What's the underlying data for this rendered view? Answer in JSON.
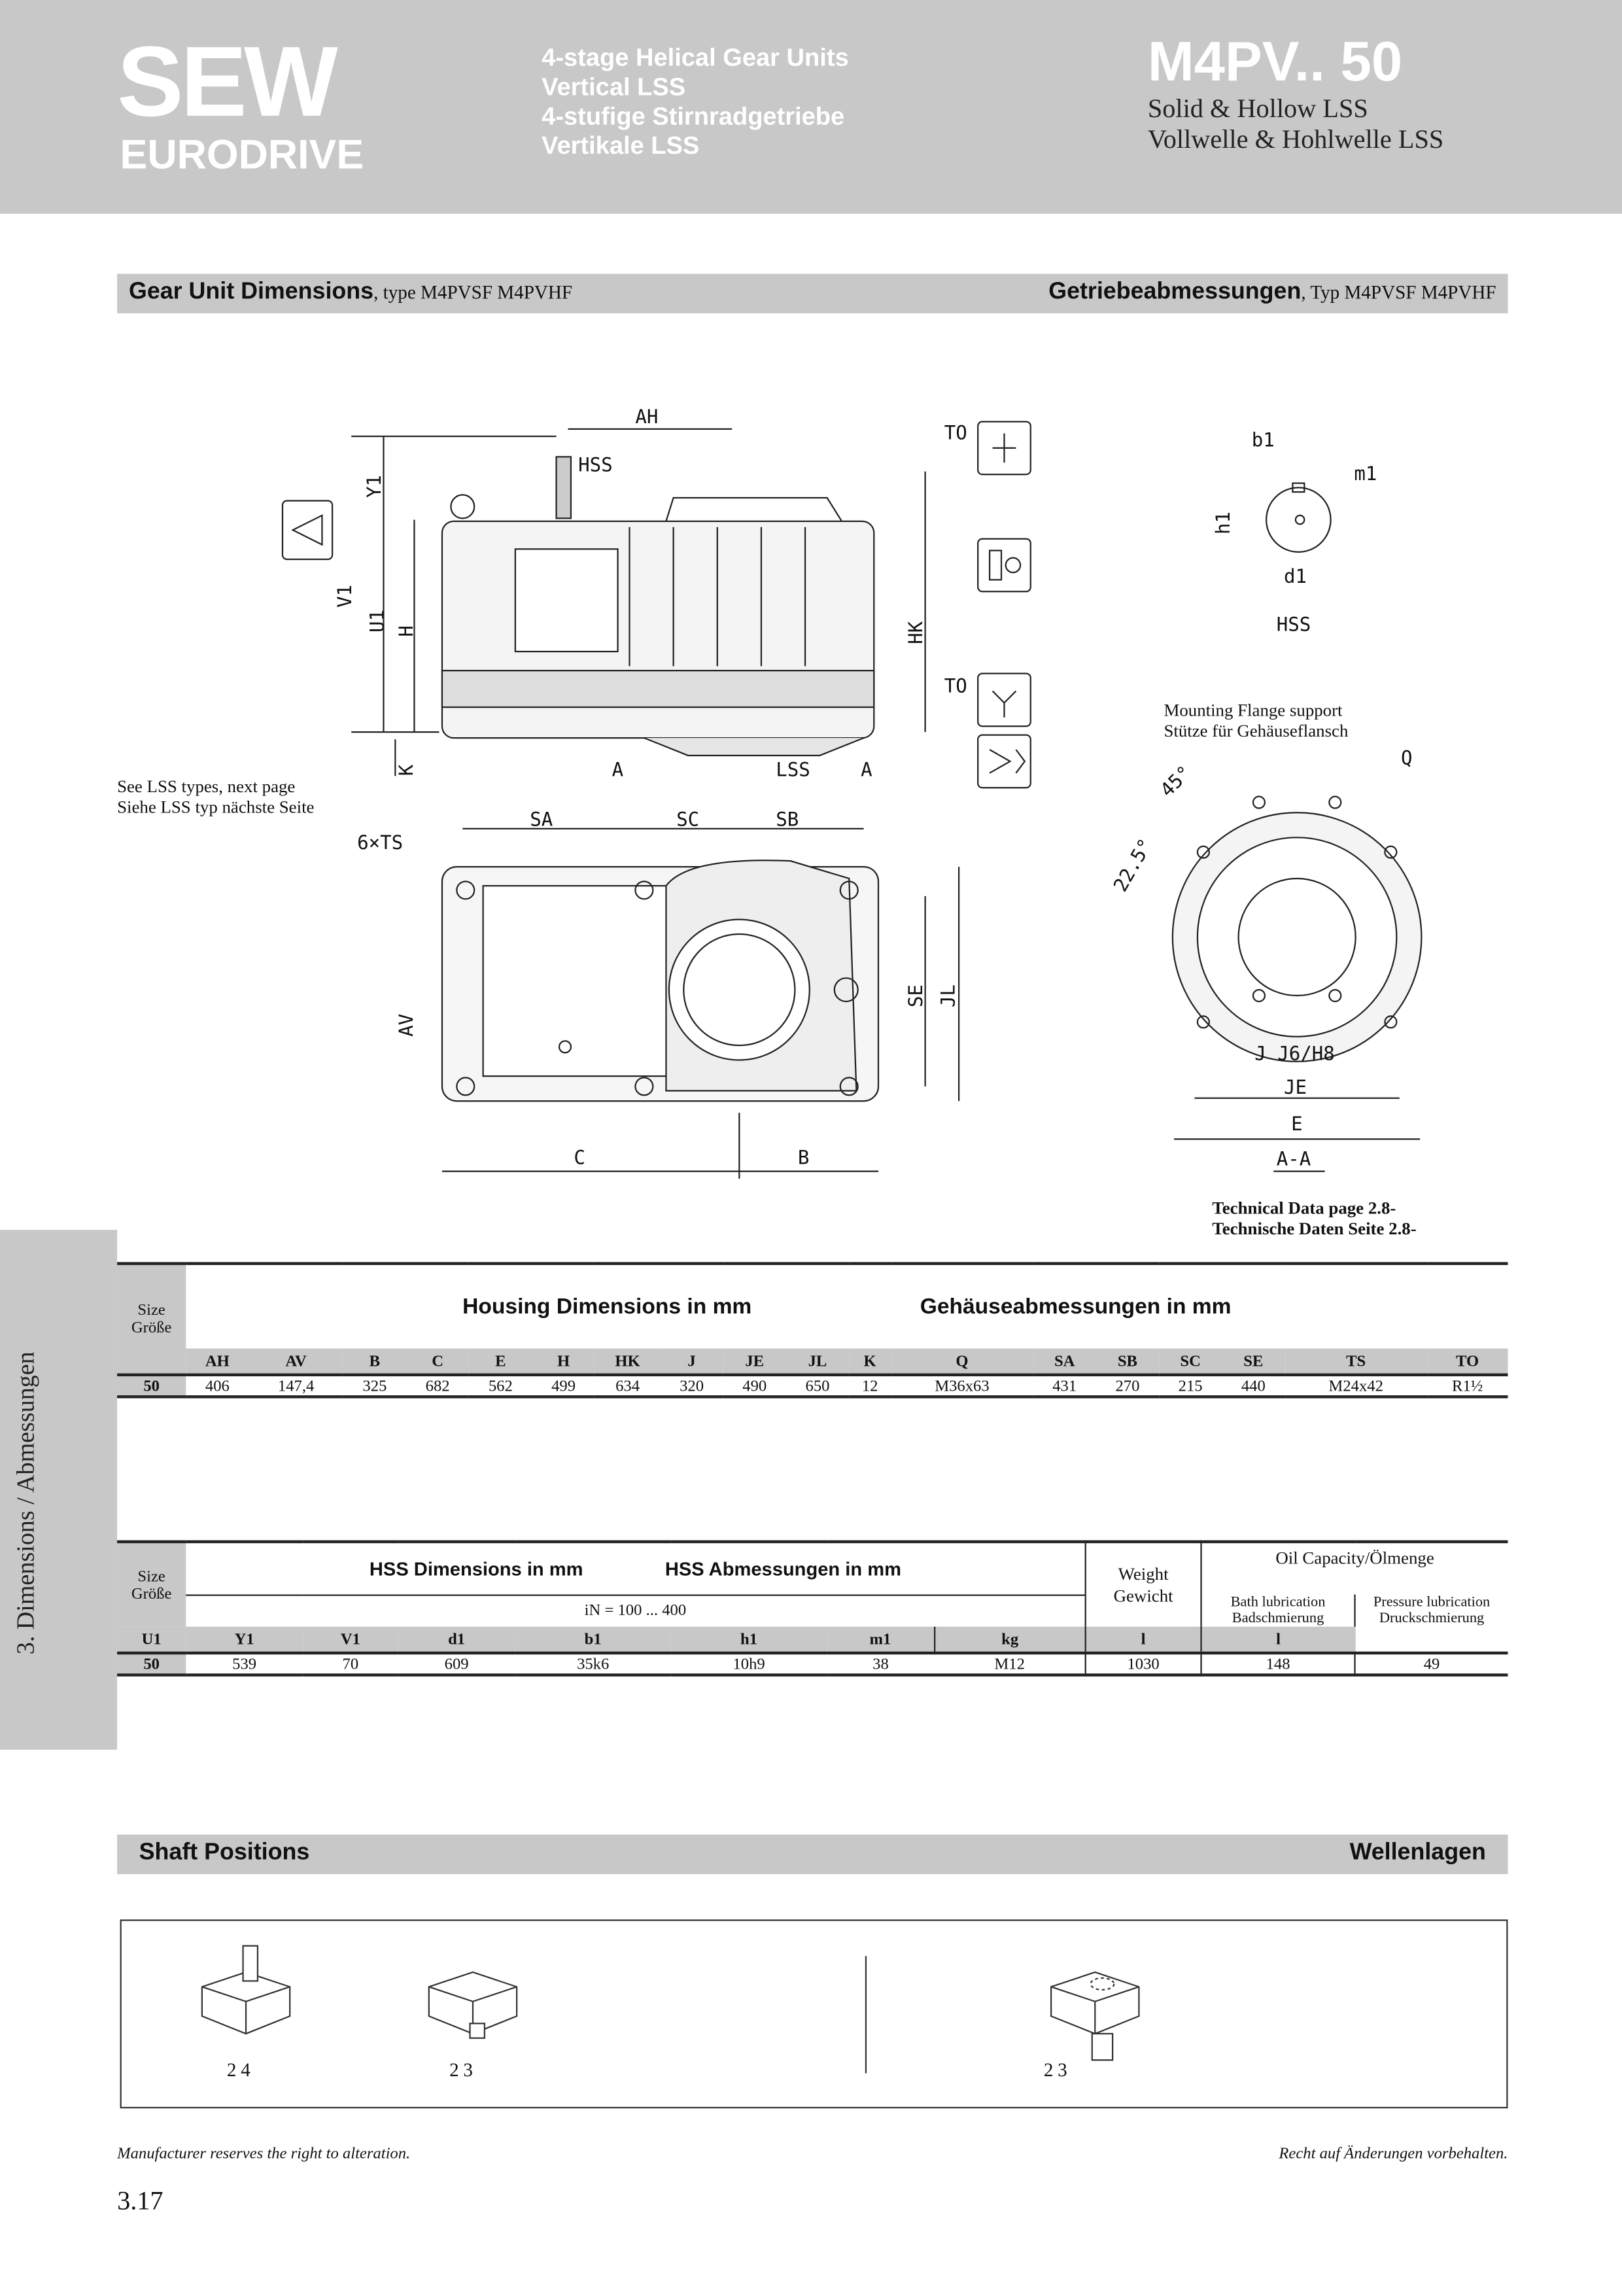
{
  "header": {
    "logo_main": "SEW",
    "logo_sub": "EURODRIVE",
    "title_lines": [
      "4-stage Helical Gear Units",
      "Vertical LSS",
      "4-stufige Stirnradgetriebe",
      "Vertikale LSS"
    ],
    "model": "M4PV.. 50",
    "sub1": "Solid & Hollow LSS",
    "sub2": "Vollwelle & Hohlwelle LSS"
  },
  "section1": {
    "left_bold": "Gear Unit Dimensions",
    "left_rest": ", type M4PVSF M4PVHF",
    "right_bold": "Getriebeabmessungen",
    "right_rest": ", Typ M4PVSF M4PVHF"
  },
  "drawing": {
    "labels": {
      "AH": "AH",
      "HSS": "HSS",
      "TO1": "TO",
      "TO2": "TO",
      "Y1": "Y1",
      "V1": "V1",
      "U1": "U1",
      "H": "H",
      "HK": "HK",
      "K": "K",
      "A1": "A",
      "LSS": "LSS",
      "A2": "A",
      "SA": "SA",
      "SC": "SC",
      "SB": "SB",
      "TS": "6×TS",
      "AV": "AV",
      "SE": "SE",
      "JL": "JL",
      "C": "C",
      "B": "B",
      "b1": "b1",
      "m1": "m1",
      "h1": "h1",
      "d1": "d1",
      "HSS2": "HSS",
      "ang1": "45°",
      "ang2": "22.5°",
      "Q": "Q",
      "J": "J J6/H8",
      "JE": "JE",
      "E": "E",
      "AA": "A-A"
    },
    "note_lss_en": "See LSS types, next page",
    "note_lss_de": "Siehe LSS typ nächste Seite",
    "flange_en": "Mounting Flange support",
    "flange_de": "Stütze für Gehäuseflansch",
    "tech_en": "Technical Data page 2.8-",
    "tech_de": "Technische Daten Seite 2.8-"
  },
  "housing_table": {
    "size_label": "Size",
    "size_label_de": "Größe",
    "title_en": "Housing Dimensions in mm",
    "title_de": "Gehäuseabmessungen in mm",
    "columns": [
      "AH",
      "AV",
      "B",
      "C",
      "E",
      "H",
      "HK",
      "J",
      "JE",
      "JL",
      "K",
      "Q",
      "SA",
      "SB",
      "SC",
      "SE",
      "TS",
      "TO"
    ],
    "rows": [
      {
        "size": "50",
        "values": [
          "406",
          "147,4",
          "325",
          "682",
          "562",
          "499",
          "634",
          "320",
          "490",
          "650",
          "12",
          "M36x63",
          "431",
          "270",
          "215",
          "440",
          "M24x42",
          "R1½"
        ]
      }
    ]
  },
  "hss_table": {
    "size_label": "Size",
    "size_label_de": "Größe",
    "title_en": "HSS Dimensions in mm",
    "title_de": "HSS Abmessungen in mm",
    "ratio": "iN = 100 ... 400",
    "weight_en": "Weight",
    "weight_de": "Gewicht",
    "oil": "Oil Capacity/Ölmenge",
    "bath": "Bath lubrication",
    "bath_de": "Badschmierung",
    "pressure": "Pressure lubrication",
    "pressure_de": "Druckschmierung",
    "columns": [
      "U1",
      "Y1",
      "V1",
      "d1",
      "b1",
      "h1",
      "m1",
      "kg",
      "l",
      "l"
    ],
    "rows": [
      {
        "size": "50",
        "values": [
          "539",
          "70",
          "609",
          "35k6",
          "10h9",
          "38",
          "M12",
          "1030",
          "148",
          "49"
        ]
      }
    ]
  },
  "side_tab": "3. Dimensions / Abmessungen",
  "section2": {
    "left": "Shaft Positions",
    "right": "Wellenlagen"
  },
  "positions": [
    "24",
    "23",
    "23"
  ],
  "footer": {
    "left": "Manufacturer reserves the right to alteration.",
    "right": "Recht auf Änderungen vorbehalten.",
    "page": "3.17"
  }
}
